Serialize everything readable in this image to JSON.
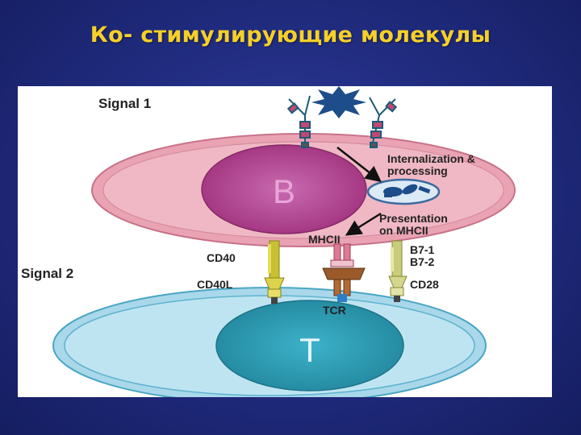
{
  "slide": {
    "title": "Ко- стимулирующие молекулы",
    "title_color": "#f5d028",
    "background_color": "#1e2a7a"
  },
  "figure": {
    "signal1_label": "Signal 1",
    "signal2_label": "Signal 2",
    "b_cell_label": "B",
    "t_cell_label": "T",
    "internalization_label_line1": "Internalization &",
    "internalization_label_line2": "processing",
    "presentation_label_line1": "Presentation",
    "presentation_label_line2": "on MHCII",
    "mhcii_label": "MHCII",
    "cd40_label": "CD40",
    "cd40l_label": "CD40L",
    "b71_label": "B7-1",
    "b72_label": "B7-2",
    "cd28_label": "CD28",
    "tcr_label": "TCR",
    "colors": {
      "b_cell_outer": "#e9a3b2",
      "b_cell_nucleus": "#b0438f",
      "t_cell_outer": "#a9d8ea",
      "t_cell_nucleus": "#2b9bb5",
      "antigen": "#1d4d8a",
      "receptor": "#c04872",
      "cd40_pair": "#c8c030",
      "b7_cd28_pair": "#c9cc7a",
      "tcr": "#9a5a2a"
    }
  }
}
